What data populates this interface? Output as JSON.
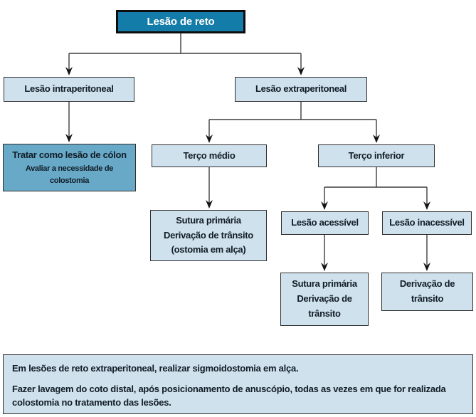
{
  "diagram_title": "Lesão de reto",
  "nodes": {
    "root": {
      "label": "Lesão de reto"
    },
    "intraperitoneal": {
      "label": "Lesão intraperitoneal"
    },
    "extraperitoneal": {
      "label": "Lesão extraperitoneal"
    },
    "treat_colon": {
      "lines": [
        "Tratar como lesão de cólon",
        "Avaliar a necessidade de",
        "colostomia"
      ]
    },
    "terco_medio": {
      "label": "Terço médio"
    },
    "terco_inferior": {
      "label": "Terço inferior"
    },
    "medio_outcome": {
      "lines": [
        "Sutura primária",
        "Derivação de trânsito",
        "(ostomia em alça)"
      ]
    },
    "lesao_acessivel": {
      "label": "Lesão acessível"
    },
    "lesao_inacessivel": {
      "label": "Lesão inacessível"
    },
    "acessivel_outcome": {
      "lines": [
        "Sutura primária",
        "Derivação de",
        "trânsito"
      ]
    },
    "inacessivel_outcome": {
      "lines": [
        "Derivação de",
        "trânsito"
      ]
    }
  },
  "note": {
    "lines": [
      "Em lesões de reto extraperitoneal, realizar sigmoidostomia em alça.",
      "Fazer lavagem do coto distal, após posicionamento de anuscópio,  todas as vezes em que for realizada colostomia no tratamento das lesões."
    ]
  },
  "colors": {
    "root_fill": "#137ca8",
    "root_text": "#ffffff",
    "node_fill": "#cfe1ed",
    "emphasis_fill": "#68a9c8",
    "note_fill": "#cfe1ed",
    "border": "#2e2e2e",
    "connector": "#3d3d3d",
    "text": "#111c26"
  }
}
